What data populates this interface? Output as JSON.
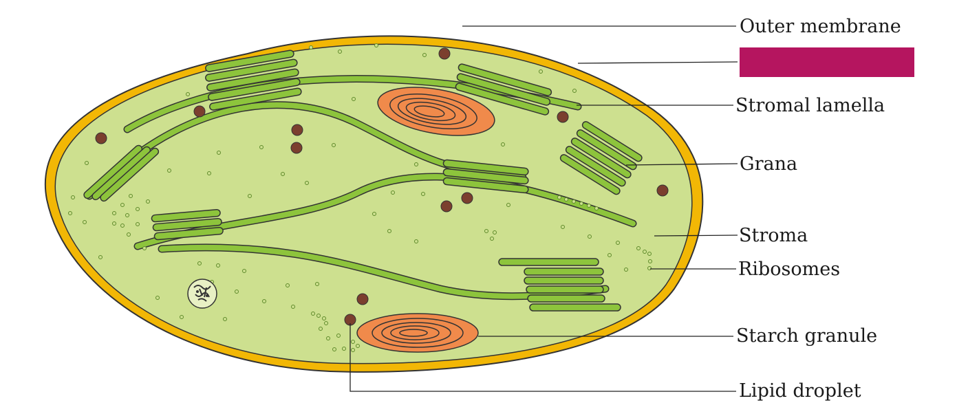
{
  "labels": {
    "outer_membrane": "Outer membrane",
    "stromal_lamella": "Stromal lamella",
    "grana": "Grana",
    "stroma": "Stroma",
    "ribosomes": "Ribosomes",
    "starch_granule": "Starch granule",
    "lipid_droplet": "Lipid droplet"
  },
  "colors": {
    "envelope": "#f2b705",
    "stroma": "#cde08f",
    "thylakoid": "#8dc43c",
    "starch": "#f08a4b",
    "lipid": "#7b3f2e",
    "redacted_box": "#b5155f"
  }
}
